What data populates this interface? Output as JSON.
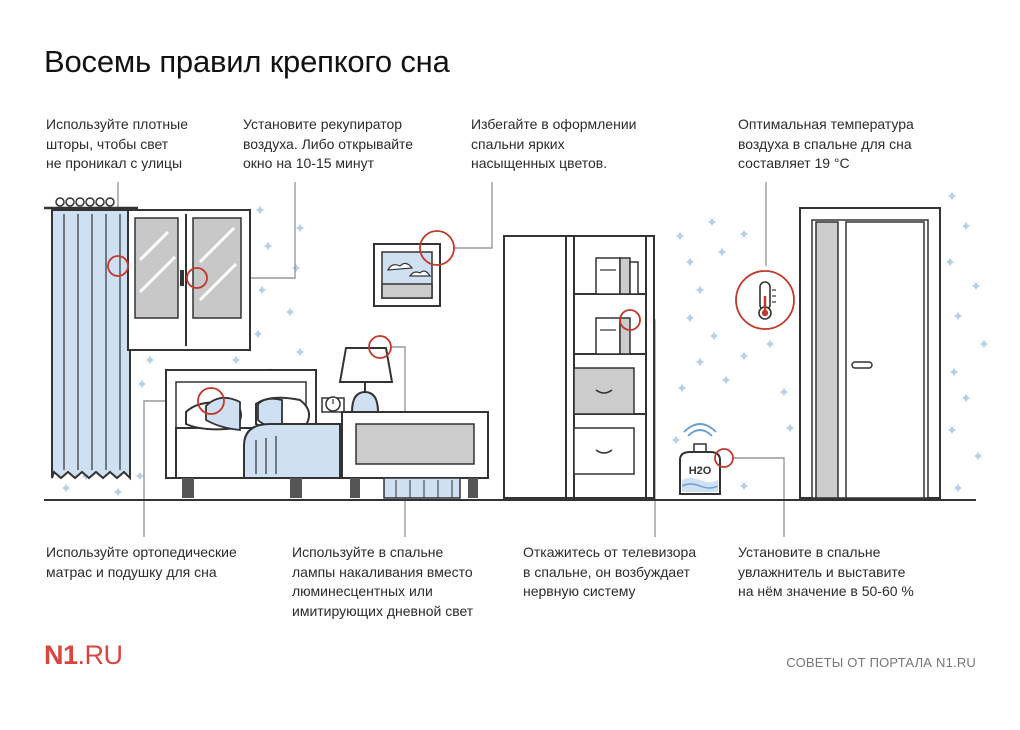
{
  "title": "Восемь правил крепкого сна",
  "notes": {
    "curtains": [
      "Используйте плотные",
      "шторы, чтобы свет",
      "не проникал с улицы"
    ],
    "recuperator": [
      "Установите рекупиратор",
      "воздуха. Либо открывайте",
      "окно на 10-15 минут"
    ],
    "colors": [
      "Избегайте в оформлении",
      "спальни ярких",
      "насыщенных цветов."
    ],
    "temperature": [
      "Оптимальная температура",
      "воздуха в спальне для сна",
      "составляет 19 °С"
    ],
    "mattress": [
      "Используйте ортопедические",
      "матрас и подушку для сна"
    ],
    "lamps": [
      "Используйте в спальне",
      "лампы накаливания вместо",
      "люминесцентных или",
      "имитирующих дневной свет"
    ],
    "tv": [
      "Откажитесь от телевизора",
      "в спальне, он возбуждает",
      "нервную систему"
    ],
    "humidifier": [
      "Установите в спальне",
      "увлажнитель и выставите",
      "на нём значение в 50-60 %"
    ]
  },
  "humidifier_label": "H2O",
  "logo": {
    "brand": "N1",
    "suffix": ".RU"
  },
  "footer": "СОВЕТЫ ОТ ПОРТАЛА  N1.RU",
  "colors": {
    "accent": "#c0392b",
    "line": "#333333",
    "light_blue": "#cfe0f2",
    "sparkle": "#b8cfe8",
    "leader": "#999999",
    "brand": "#d9463f"
  }
}
